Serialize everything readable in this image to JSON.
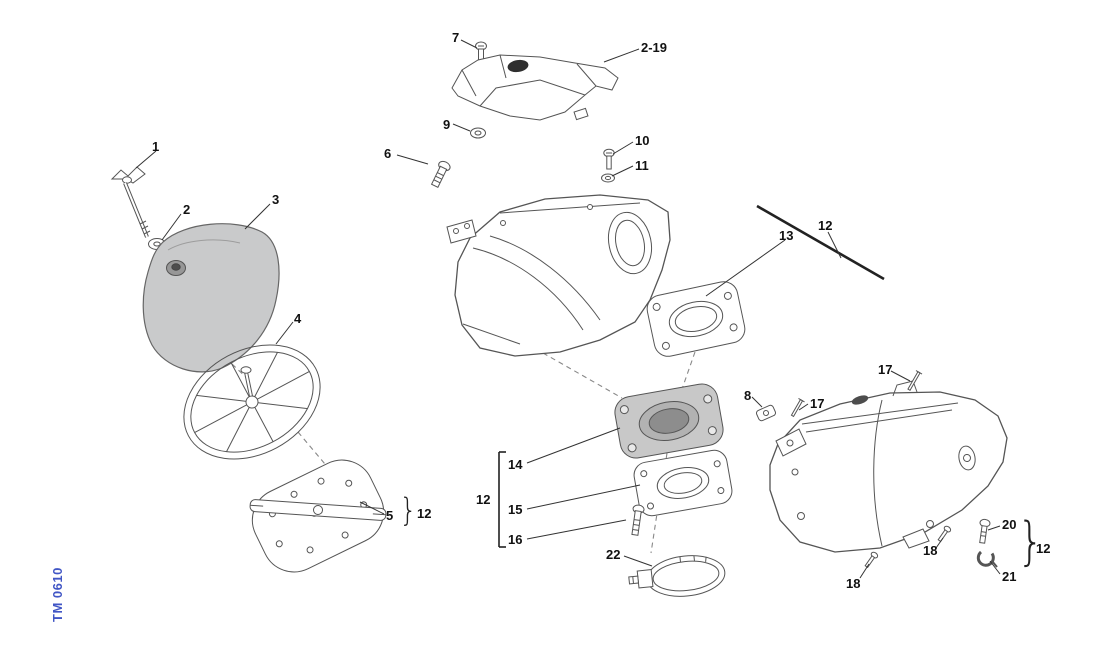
{
  "meta": {
    "drawing_code": "TM 0610",
    "accent_color": "#4156c5",
    "line_color": "#555555",
    "label_color": "#111111",
    "background_color": "#ffffff",
    "fill_gray": "#c9c9c9"
  },
  "callouts": {
    "c1": {
      "text": "1"
    },
    "c2": {
      "text": "2"
    },
    "c3": {
      "text": "3"
    },
    "c4": {
      "text": "4"
    },
    "c5": {
      "text": "5"
    },
    "c6": {
      "text": "6"
    },
    "c7": {
      "text": "7"
    },
    "c8": {
      "text": "8"
    },
    "c9": {
      "text": "9"
    },
    "c10": {
      "text": "10"
    },
    "c11": {
      "text": "11"
    },
    "c13": {
      "text": "13"
    },
    "c14": {
      "text": "14"
    },
    "c15": {
      "text": "15"
    },
    "c16": {
      "text": "16"
    },
    "c20": {
      "text": "20"
    },
    "c21": {
      "text": "21"
    },
    "c22": {
      "text": "22"
    },
    "c2_19": {
      "text": "2-19"
    },
    "c12_top": {
      "text": "12"
    },
    "c12_mid": {
      "text": "12"
    },
    "c12_group5": {
      "text": "12"
    },
    "c12_right": {
      "text": "12"
    },
    "c17_a": {
      "text": "17"
    },
    "c17_b": {
      "text": "17"
    },
    "c18_a": {
      "text": "18"
    },
    "c18_b": {
      "text": "18"
    },
    "brace_small": {
      "text": "}"
    },
    "brace_large": {
      "text": "}"
    }
  }
}
